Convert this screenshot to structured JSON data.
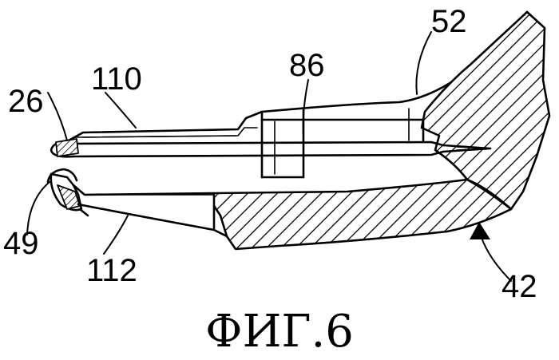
{
  "figure": {
    "caption": "ФИГ.6",
    "labels": {
      "l52": "52",
      "l86": "86",
      "l110": "110",
      "l26": "26",
      "l49": "49",
      "l112": "112",
      "l42": "42"
    }
  }
}
